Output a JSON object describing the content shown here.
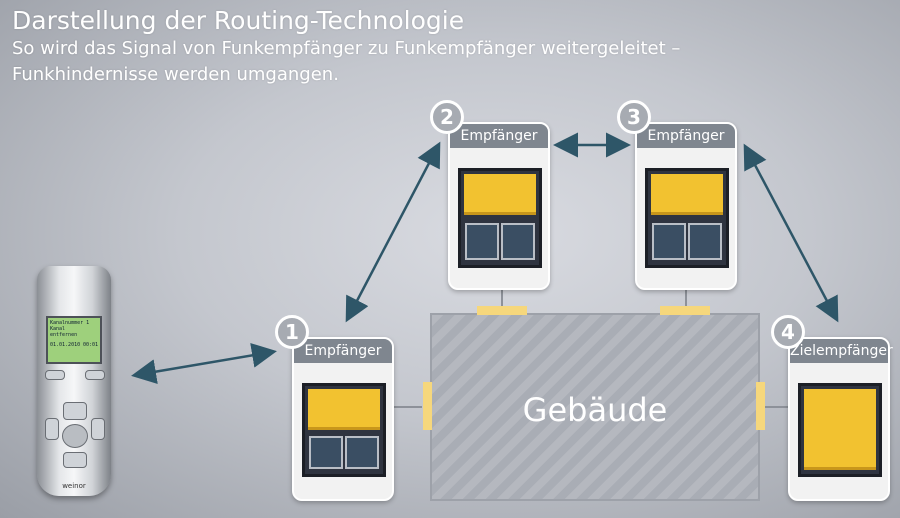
{
  "title": "Darstellung der Routing-Technologie",
  "subtitle": "So wird das Signal von Funkempfänger zu Funkempfänger weitergeleitet – Funkhindernisse werden umgangen.",
  "building_label": "Gebäude",
  "receivers": [
    {
      "number": "1",
      "label": "Empfänger"
    },
    {
      "number": "2",
      "label": "Empfänger"
    },
    {
      "number": "3",
      "label": "Empfänger"
    },
    {
      "number": "4",
      "label": "Zielempfänger"
    }
  ],
  "remote": {
    "screen_line1": "Kanalnummer 1",
    "screen_line2": "Kanal",
    "screen_line3": "entfernen",
    "screen_date": "01.01.2010",
    "screen_time": "00:01",
    "brand": "weinor"
  },
  "colors": {
    "arrow": "#2e5668",
    "header": "#7f868f",
    "blind": "#f2c230"
  }
}
